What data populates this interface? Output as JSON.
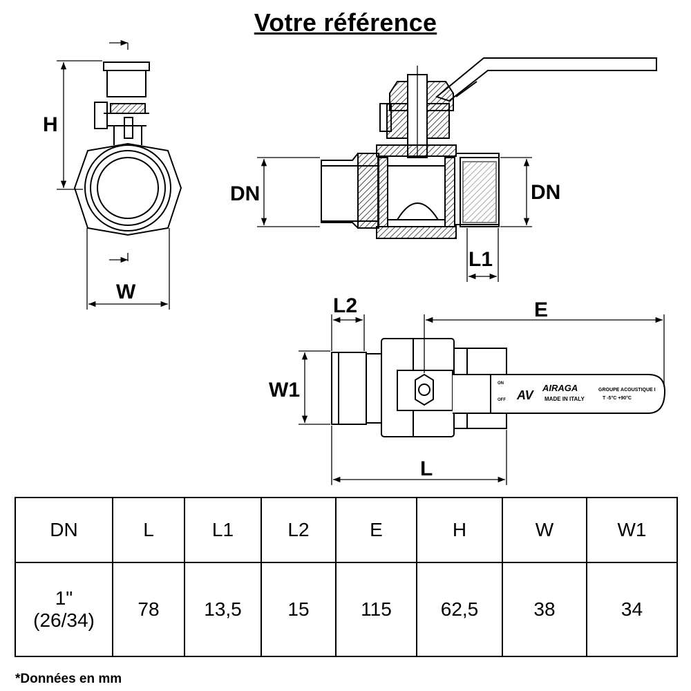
{
  "title": "Votre référence",
  "labels": {
    "H": "H",
    "W": "W",
    "DN_left": "DN",
    "DN_right": "DN",
    "L1": "L1",
    "L2": "L2",
    "E": "E",
    "W1": "W1",
    "L": "L"
  },
  "handle_text": {
    "brand": "AIRAGA",
    "made": "MADE IN ITALY",
    "groupe": "GROUPE ACOUSTIQUE I",
    "temp": "T -5°C +90°C",
    "on": "ON",
    "off": "OFF"
  },
  "table": {
    "headers": [
      "DN",
      "L",
      "L1",
      "L2",
      "E",
      "H",
      "W",
      "W1"
    ],
    "row": {
      "dn_line1": "1\"",
      "dn_line2": "(26/34)",
      "values": [
        "78",
        "13,5",
        "15",
        "115",
        "62,5",
        "38",
        "34"
      ]
    }
  },
  "note": "*Données en mm"
}
